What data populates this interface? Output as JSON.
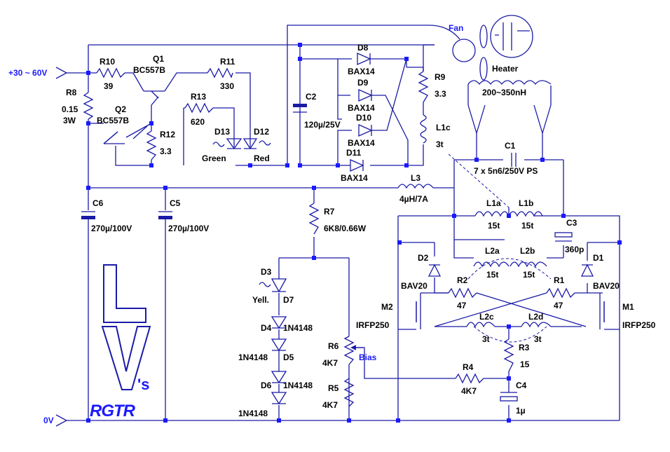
{
  "nets": {
    "vin": "+30 ~ 60V",
    "gnd": "0V"
  },
  "components": {
    "r10": {
      "ref": "R10",
      "value": "39"
    },
    "r8": {
      "ref": "R8",
      "value": "0.15",
      "value2": "3W"
    },
    "q1": {
      "ref": "Q1",
      "value": "BC557B"
    },
    "q2": {
      "ref": "Q2",
      "value": "BC557B"
    },
    "r11": {
      "ref": "R11",
      "value": "330"
    },
    "r13": {
      "ref": "R13",
      "value": "620"
    },
    "r12": {
      "ref": "R12",
      "value": "3.3"
    },
    "d13": {
      "ref": "D13",
      "value": "Green"
    },
    "d12": {
      "ref": "D12",
      "value": "Red"
    },
    "c2": {
      "ref": "C2",
      "value": "120µ/25V"
    },
    "d8": {
      "ref": "D8",
      "value": "BAX14"
    },
    "d9": {
      "ref": "D9",
      "value": "BAX14"
    },
    "d10": {
      "ref": "D10",
      "value": "BAX14"
    },
    "d11": {
      "ref": "D11",
      "value": "BAX14"
    },
    "r9": {
      "ref": "R9",
      "value": "3.3"
    },
    "l1c": {
      "ref": "L1c",
      "value": "3t"
    },
    "fan": {
      "label": "Fan"
    },
    "heater": {
      "label": "Heater",
      "value": "200~350nH"
    },
    "c1": {
      "ref": "C1",
      "value": "7 x 5n6/250V PS"
    },
    "l3": {
      "ref": "L3",
      "value": "4µH/7A"
    },
    "c6": {
      "ref": "C6",
      "value": "270µ/100V"
    },
    "c5": {
      "ref": "C5",
      "value": "270µ/100V"
    },
    "r7": {
      "ref": "R7",
      "value": "6K8/0.66W"
    },
    "l1a": {
      "ref": "L1a",
      "value": "15t"
    },
    "l1b": {
      "ref": "L1b",
      "value": "15t"
    },
    "c3": {
      "ref": "C3",
      "value": "360p"
    },
    "l2a": {
      "ref": "L2a",
      "value": "15t"
    },
    "l2b": {
      "ref": "L2b",
      "value": "15t"
    },
    "d2": {
      "ref": "D2",
      "value": "BAV20"
    },
    "d1": {
      "ref": "D1",
      "value": "BAV20"
    },
    "r2": {
      "ref": "R2",
      "value": "47"
    },
    "r1": {
      "ref": "R1",
      "value": "47"
    },
    "m2": {
      "ref": "M2",
      "value": "IRFP250"
    },
    "m1": {
      "ref": "M1",
      "value": "IRFP250"
    },
    "l2c": {
      "ref": "L2c",
      "value": "3t"
    },
    "l2d": {
      "ref": "L2d",
      "value": "3t"
    },
    "r3": {
      "ref": "R3",
      "value": "15"
    },
    "r4": {
      "ref": "R4",
      "value": "4K7"
    },
    "c4": {
      "ref": "C4",
      "value": "1µ"
    },
    "r6": {
      "ref": "R6",
      "value": "4K7",
      "label": "Bias"
    },
    "r5": {
      "ref": "R5",
      "value": "4K7"
    },
    "d3": {
      "ref": "D3",
      "value": "Yell."
    },
    "d7": {
      "ref": "D7"
    },
    "d4": {
      "ref": "D4",
      "value": "1N4148"
    },
    "d5": {
      "ref": "D5",
      "value": "1N4148"
    },
    "d6": {
      "ref": "D6",
      "value": "1N4148"
    },
    "d6b": {
      "value": "1N4148"
    }
  },
  "logo": {
    "suffix": "'s",
    "text": "RGTR"
  },
  "colors": {
    "wire": "#1a1aa8",
    "accent": "#1a1aff",
    "text": "#000000"
  }
}
